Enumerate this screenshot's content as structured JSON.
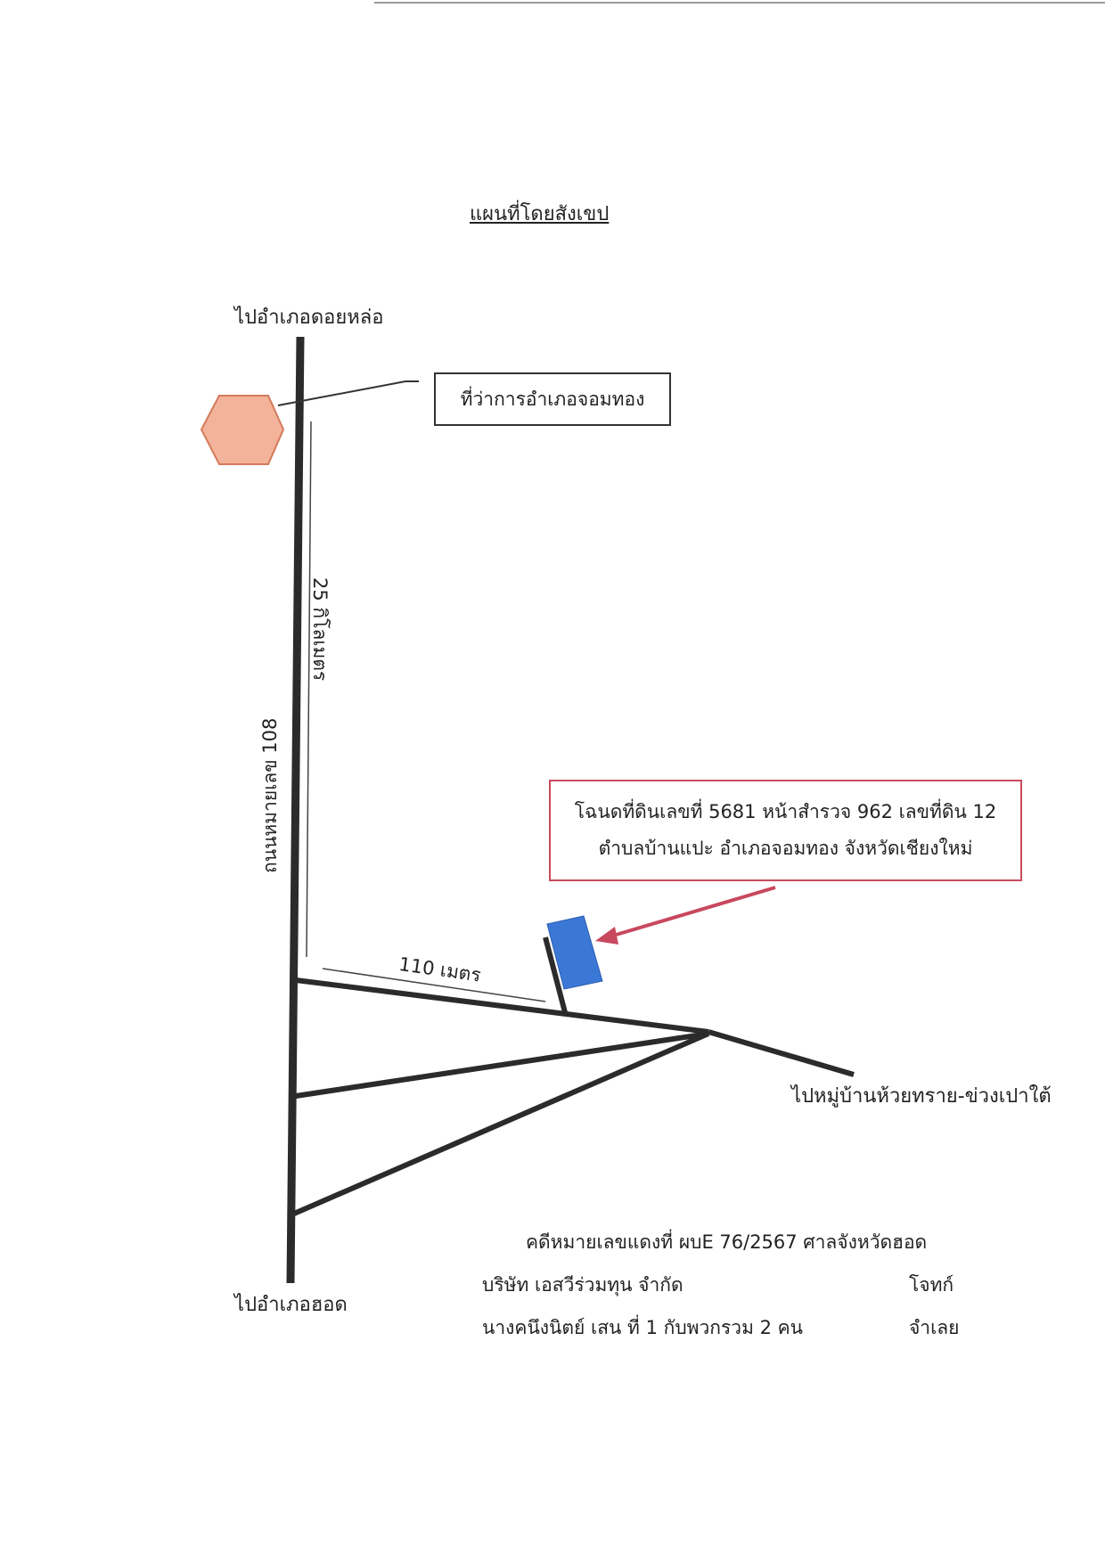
{
  "map": {
    "title": "แผนที่โดยสังเขป",
    "labels": {
      "north": "ไปอำเภอดอยหล่อ",
      "south": "ไปอำเภอฮอด",
      "office": "ที่ว่าการอำเภอจอมทอง",
      "road": "ถนนหมายเลข 108",
      "distance_main": "25 กิโลเมตร",
      "distance_branch": "110 เมตร",
      "east": "ไปหมู่บ้านห้วยทราย-ข่วงเปาใต้"
    },
    "parcel": {
      "line1": "โฉนดที่ดินเลขที่ 5681 หน้าสำรวจ 962 เลขที่ดิน 12",
      "line2": "ตำบลบ้านแปะ อำเภอจอมทอง จังหวัดเชียงใหม่"
    },
    "colors": {
      "road": "#2b2b2b",
      "office_marker": "#f2b39a",
      "parcel": "#3b78d6",
      "arrow": "#c8485e"
    }
  },
  "case": {
    "number": "คดีหมายเลขแดงที่ ผบE 76/2567 ศาลจังหวัดฮอด",
    "plaintiff_name": "บริษัท เอสวีร่วมทุน จำกัด",
    "plaintiff_role": "โจทก์",
    "defendant_name": "นางคนึงนิตย์  เสน  ที่ 1 กับพวกรวม 2 คน",
    "defendant_role": "จำเลย"
  }
}
